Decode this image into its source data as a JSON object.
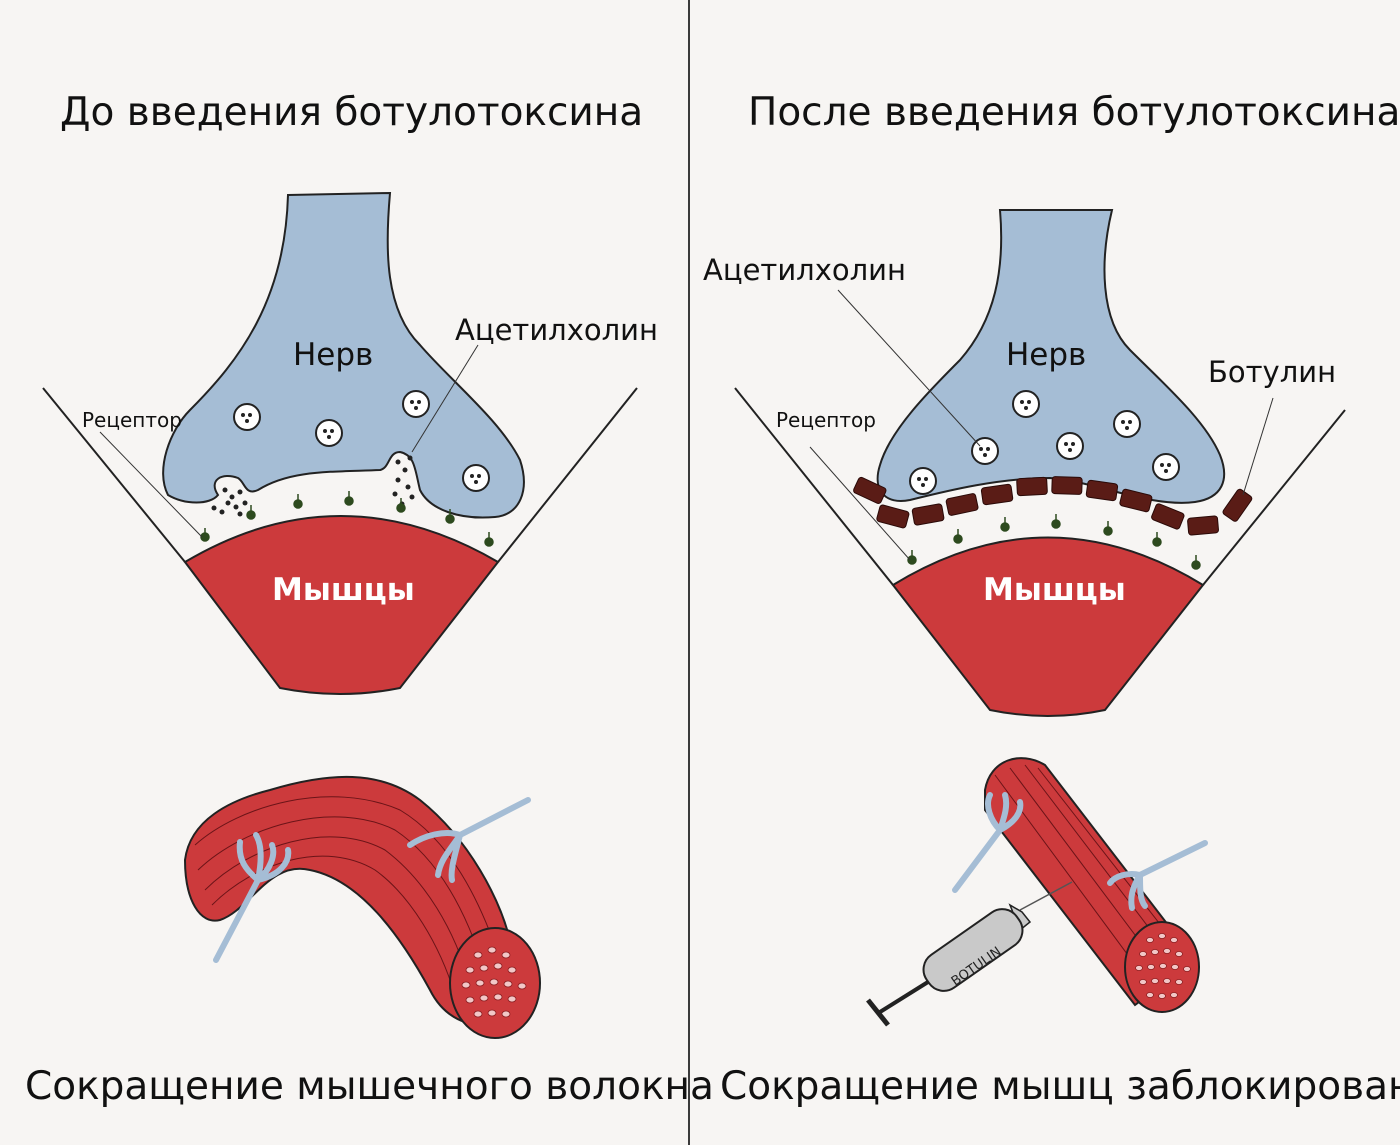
{
  "left": {
    "title": "До введения ботулотоксина",
    "nerve_label": "Нерв",
    "muscle_label": "Мышцы",
    "acetylcholine_label": "Ацетилхолин",
    "receptor_label": "Рецептор",
    "caption": "Сокращение мышечного волокна"
  },
  "right": {
    "title": "После введения ботулотоксина",
    "nerve_label": "Нерв",
    "muscle_label": "Мышцы",
    "acetylcholine_label": "Ацетилхолин",
    "receptor_label": "Рецептор",
    "botulin_label": "Ботулин",
    "syringe_label": "BOTULIN",
    "caption": "Сокращение мышц заблокировано"
  },
  "colors": {
    "nerve": "#a5bdd5",
    "muscle": "#cc3a3c",
    "botulin": "#5a1c16",
    "receptor": "#2d4a1e",
    "background": "#f7f5f3"
  }
}
